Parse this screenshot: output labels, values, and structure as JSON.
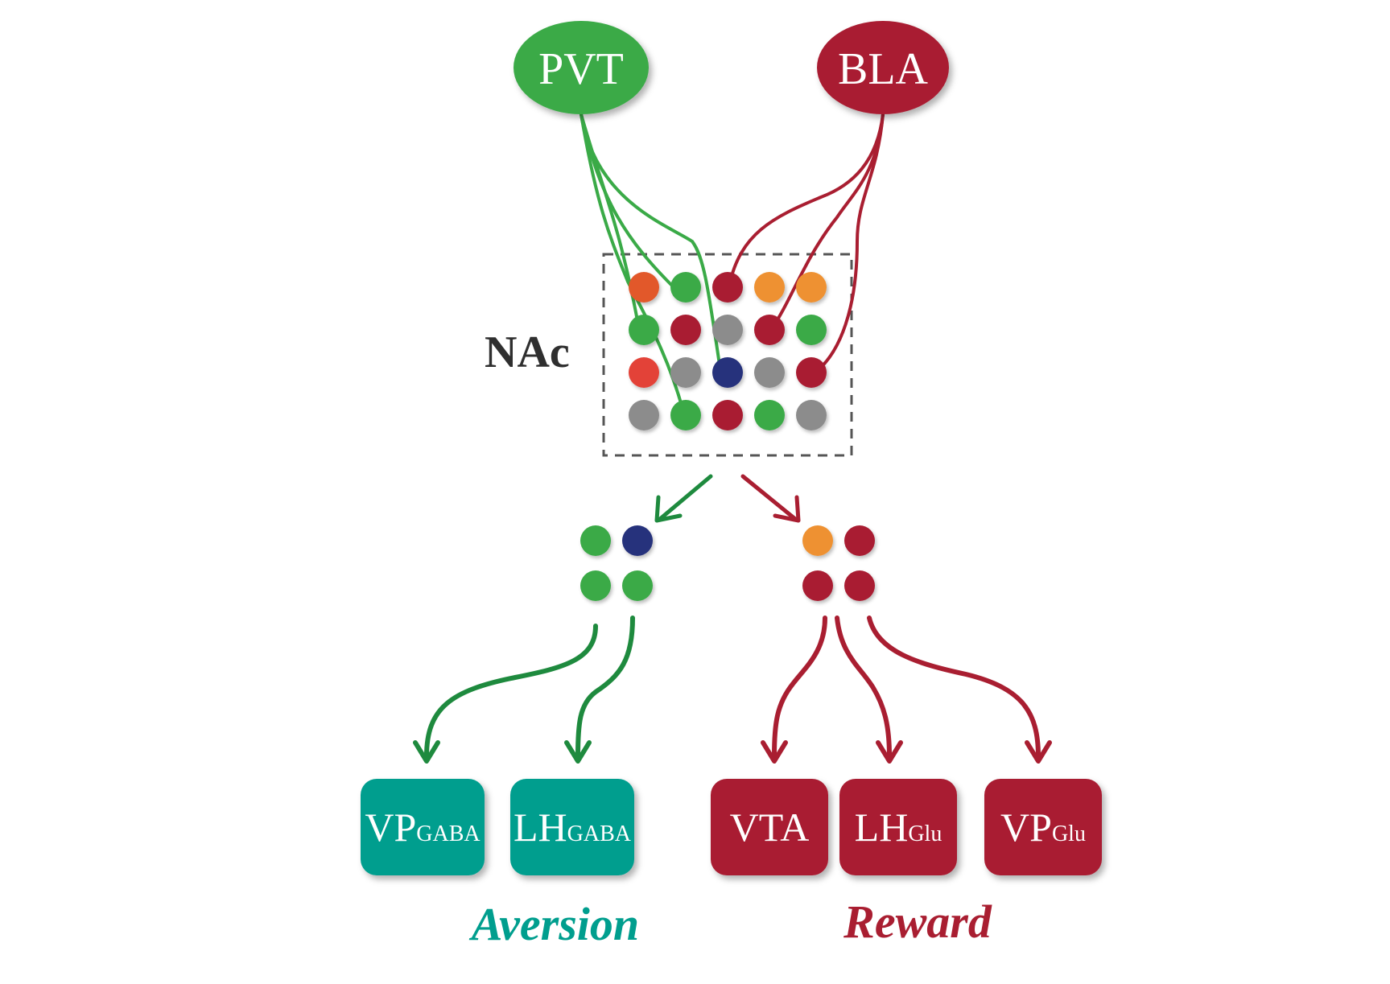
{
  "colors": {
    "green": "#3aaa47",
    "dark_green": "#1e8a3e",
    "crimson": "#a91e31",
    "teal": "#009e8e",
    "orange": "#ee9130",
    "red_orange": "#e2582c",
    "red": "#e34338",
    "gray": "#8c8c8c",
    "navy": "#27307b"
  },
  "inputs": {
    "pvt": {
      "label": "PVT"
    },
    "bla": {
      "label": "BLA"
    }
  },
  "nac": {
    "label": "NAc",
    "grid": [
      [
        "red_orange",
        "green",
        "crimson",
        "orange",
        "orange"
      ],
      [
        "green",
        "crimson",
        "gray",
        "crimson",
        "green"
      ],
      [
        "red",
        "gray",
        "navy",
        "gray",
        "crimson"
      ],
      [
        "gray",
        "green",
        "crimson",
        "green",
        "gray"
      ]
    ]
  },
  "clusters": {
    "aversion": [
      "green",
      "navy",
      "green",
      "green"
    ],
    "reward": [
      "orange",
      "crimson",
      "crimson",
      "crimson"
    ]
  },
  "targets": [
    {
      "id": "vp-gaba",
      "main": "VP",
      "sub": "GABA",
      "group": "aversion"
    },
    {
      "id": "lh-gaba",
      "main": "LH",
      "sub": "GABA",
      "group": "aversion"
    },
    {
      "id": "vta",
      "main": "VTA",
      "sub": "",
      "group": "reward"
    },
    {
      "id": "lh-glu",
      "main": "LH",
      "sub": "Glu",
      "group": "reward"
    },
    {
      "id": "vp-glu",
      "main": "VP",
      "sub": "Glu",
      "group": "reward"
    }
  ],
  "outcomes": {
    "aversion": "Aversion",
    "reward": "Reward"
  }
}
